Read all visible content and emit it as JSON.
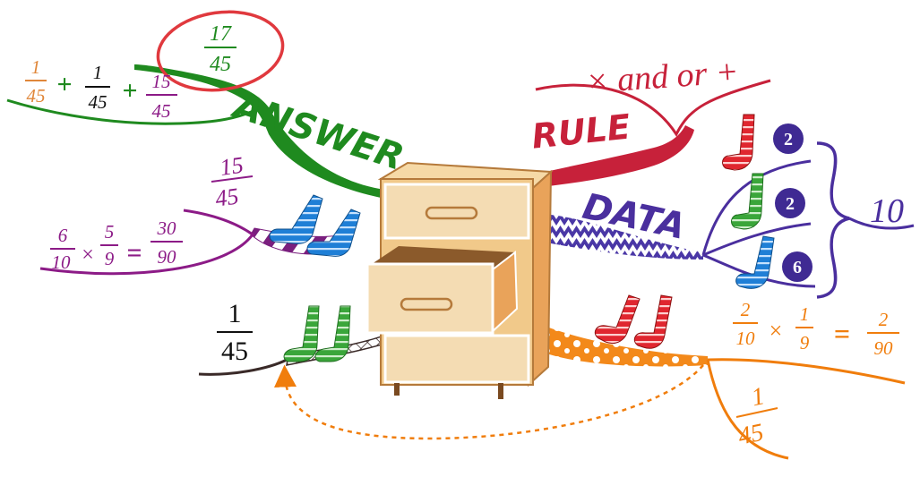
{
  "colors": {
    "answer": "#1f8a1f",
    "rule": "#c7213a",
    "data": "#4a2f9e",
    "top_left_branch": "#8c1b87",
    "bottom_left_branch": "#3a2a28",
    "bottom_right_branch": "#f07d0c",
    "fraction_orange": "#e0873a",
    "fraction_purple": "#8c1b87",
    "circle_highlight": "#e0393e",
    "badge": "#3f2a93",
    "cabinet": "#e9b870",
    "sock_red": "#e0262f",
    "sock_green": "#3aa63a",
    "sock_blue": "#1f7fd6"
  },
  "labels": {
    "answer": "ANSWER",
    "rule": "RULE",
    "data": "DATA",
    "rule_expression": "× and or +"
  },
  "answer_branch": {
    "circled_fraction": {
      "num": "17",
      "den": "45"
    },
    "sum_terms": [
      {
        "num": "1",
        "den": "45"
      },
      {
        "num": "1",
        "den": "45"
      },
      {
        "num": "15",
        "den": "45"
      }
    ],
    "operator": "+"
  },
  "data_branch": {
    "counts": [
      {
        "sock": "red",
        "value": "2"
      },
      {
        "sock": "green",
        "value": "2"
      },
      {
        "sock": "blue",
        "value": "6"
      }
    ],
    "total": "10"
  },
  "top_left_branch": {
    "result": {
      "num": "15",
      "den": "45"
    },
    "product": {
      "a": {
        "num": "6",
        "den": "10"
      },
      "b": {
        "num": "5",
        "den": "9"
      },
      "c": {
        "num": "30",
        "den": "90"
      }
    },
    "times": "×",
    "equals": "="
  },
  "bottom_left_branch": {
    "result": {
      "num": "1",
      "den": "45"
    }
  },
  "bottom_right_branch": {
    "product": {
      "a": {
        "num": "2",
        "den": "10"
      },
      "b": {
        "num": "1",
        "den": "9"
      },
      "c": {
        "num": "2",
        "den": "90"
      }
    },
    "result": {
      "num": "1",
      "den": "45"
    },
    "times": "×",
    "equals": "="
  },
  "icons": [
    "sock-icon",
    "drawer-cabinet-icon",
    "curly-brace-icon",
    "dashed-arrow-icon"
  ]
}
